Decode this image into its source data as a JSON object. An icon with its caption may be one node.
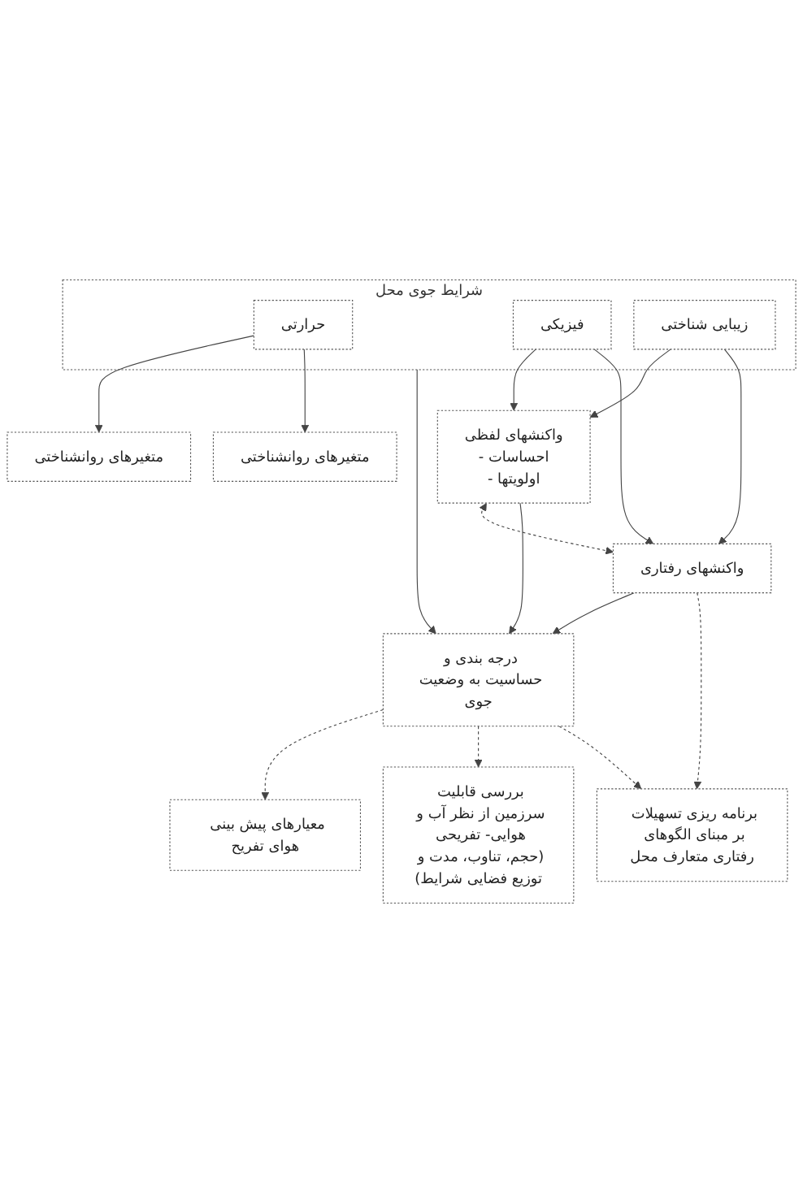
{
  "diagram": {
    "nodes": [
      {
        "text": [
          "شرایط جوی محل"
        ]
      },
      {
        "text": [
          "حرارتی"
        ],
        "in": 0
      },
      {
        "text": [
          "فیزیکی"
        ],
        "in": 0
      },
      {
        "text": [
          "زیبایی شناختی"
        ],
        "in": 0
      },
      {
        "text": [
          "متغیرهای روانشناختی"
        ]
      },
      {
        "text": [
          "متغیرهای روانشناختی"
        ]
      },
      {
        "text": [
          "واکنشهای لفظی",
          "- احساسات",
          "- اولویتها"
        ]
      },
      {
        "text": [
          "واکنشهای رفتاری"
        ]
      },
      {
        "text": [
          "درجه بندی و حساسیت به وضعیت جوی"
        ]
      },
      {
        "text": [
          "معیارهای پیش بینی هوای تفریح"
        ]
      },
      {
        "text": [
          "بررسی قابلیت سرزمین از نظر آب و هوایی- تفریحی (حجم، تناوب، مدت و توزیع فضایی شرایط)"
        ]
      },
      {
        "text": [
          "برنامه ریزی تسهیلات بر مبنای الگوهای رفتاری متعارف محل"
        ]
      }
    ],
    "edges": [
      {
        "from": 1,
        "to": 4,
        "arrow": "to"
      },
      {
        "from": 1,
        "to": 5,
        "arrow": "to"
      },
      {
        "from": 2,
        "to": 6,
        "arrow": "to"
      },
      {
        "from": 3,
        "to": 6,
        "arrow": "to"
      },
      {
        "from": 2,
        "to": 7,
        "arrow": "to"
      },
      {
        "from": 3,
        "to": 7,
        "arrow": "to"
      },
      {
        "from": 6,
        "to": 7,
        "arrow": "both",
        "style": "dashed"
      },
      {
        "from": 0,
        "to": 8,
        "arrow": "to"
      },
      {
        "from": 6,
        "to": 8,
        "arrow": "to"
      },
      {
        "from": 7,
        "to": 8,
        "arrow": "to"
      },
      {
        "from": 8,
        "to": 9,
        "arrow": "to",
        "style": "dashed"
      },
      {
        "from": 8,
        "to": 10,
        "arrow": "to",
        "style": "dashed"
      },
      {
        "from": 8,
        "to": 11,
        "arrow": "to",
        "style": "dashed"
      },
      {
        "from": 7,
        "to": 11,
        "arrow": "to",
        "style": "dashed"
      }
    ]
  }
}
